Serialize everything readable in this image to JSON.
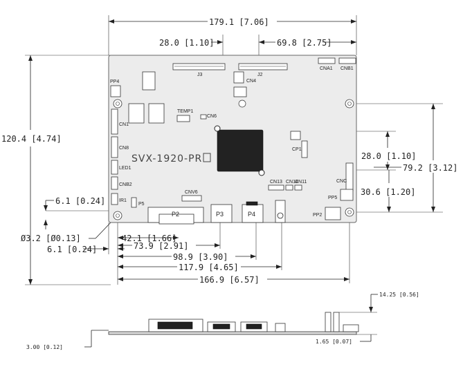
{
  "board": {
    "model_label": "SVX-1920-PR"
  },
  "dimensions": {
    "overall_width": "179.1 [7.06]",
    "top_offset_left": "28.0 [1.10]",
    "top_offset_right": "69.8 [2.75]",
    "overall_height": "120.4 [4.74]",
    "right_28": "28.0 [1.10]",
    "right_79": "79.2 [3.12]",
    "right_30": "30.6 [1.20]",
    "left_6_1_top": "6.1 [0.24]",
    "hole_dia": "Ø3.2 [Ø0.13]",
    "left_6_1_bottom": "6.1 [0.24]",
    "d_42": "42.1 [1.66]",
    "d_73": "73.9 [2.91]",
    "d_98": "98.9 [3.90]",
    "d_117": "117.9 [4.65]",
    "d_166": "166.9 [6.57]",
    "side_height": "14.25 [0.56]",
    "side_pcb": "1.65 [0.07]",
    "side_left": "3.00 [0.12]"
  },
  "labels": {
    "j3": "J3",
    "j2": "J2",
    "cna1": "CNA1",
    "cnb1": "CNB1",
    "cn4": "CN4",
    "pp4": "PP4",
    "cn1": "CN1",
    "temp1": "TEMP1",
    "cn6": "CN6",
    "cn8": "CN8",
    "cp1": "CP1",
    "led1": "LED1",
    "cnb2": "CNB2",
    "cnc": "CNC",
    "cn13": "CN13",
    "cn14": "CN14",
    "cn11": "CN11",
    "cnv6": "CNV6",
    "ir1": "IR1",
    "p5": "P5",
    "pp5": "PP5",
    "p2": "P2",
    "p3": "P3",
    "p4": "P4",
    "pp2": "PP2"
  },
  "colors": {
    "board_fill": "#ececec",
    "line": "#222222"
  }
}
